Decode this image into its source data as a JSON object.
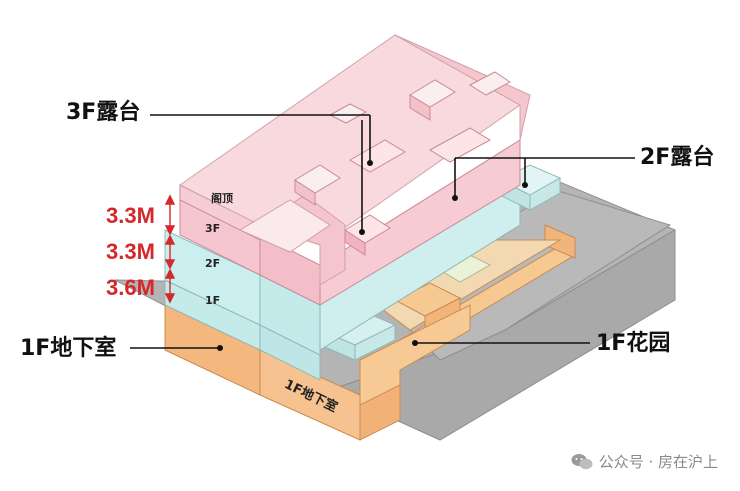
{
  "callouts": {
    "terrace_3f": "3F露台",
    "terrace_2f": "2F露台",
    "basement_1f": "1F地下室",
    "garden_1f": "1F花园"
  },
  "heights": {
    "h_3f": "3.3M",
    "h_2f": "3.3M",
    "h_1f": "3.6M"
  },
  "floor_labels": {
    "attic": "阁顶",
    "f3": "3F",
    "f2": "2F",
    "f1": "1F"
  },
  "basement_face_label": "1F地下室",
  "watermark": {
    "text": "公众号 · 房在沪上",
    "icon": "wechat-icon"
  },
  "colors": {
    "roof_pink": "#f7d3d8",
    "floor_pink": "#f5c2cc",
    "floor_cyan": "#c8ecec",
    "base_orange": "#f5c18e",
    "ground_gray": "#b3b3b3",
    "height_red": "#d4282a"
  }
}
